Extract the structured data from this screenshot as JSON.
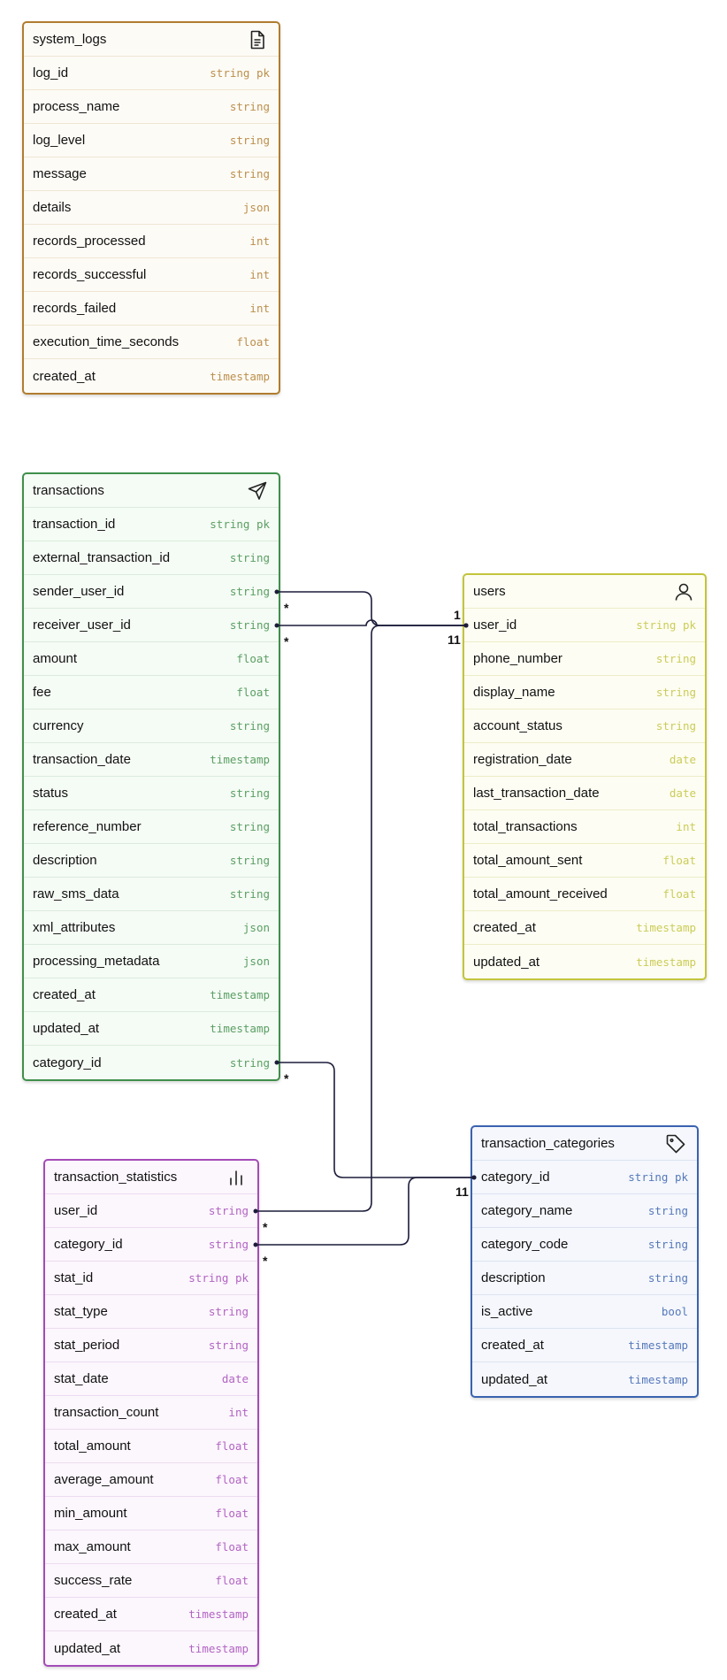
{
  "colors": {
    "system_logs": "#b07d2f",
    "transactions": "#3f8f4a",
    "users": "#c3c43c",
    "transaction_categories": "#3a63b0",
    "transaction_statistics": "#a44bb8",
    "edge": "#1c1c3a"
  },
  "entities": {
    "system_logs": {
      "name": "system_logs",
      "icon": "document-icon",
      "fields": [
        {
          "name": "log_id",
          "type": "string pk"
        },
        {
          "name": "process_name",
          "type": "string"
        },
        {
          "name": "log_level",
          "type": "string"
        },
        {
          "name": "message",
          "type": "string"
        },
        {
          "name": "details",
          "type": "json"
        },
        {
          "name": "records_processed",
          "type": "int"
        },
        {
          "name": "records_successful",
          "type": "int"
        },
        {
          "name": "records_failed",
          "type": "int"
        },
        {
          "name": "execution_time_seconds",
          "type": "float"
        },
        {
          "name": "created_at",
          "type": "timestamp"
        }
      ]
    },
    "transactions": {
      "name": "transactions",
      "icon": "send-icon",
      "fields": [
        {
          "name": "transaction_id",
          "type": "string pk"
        },
        {
          "name": "external_transaction_id",
          "type": "string"
        },
        {
          "name": "sender_user_id",
          "type": "string"
        },
        {
          "name": "receiver_user_id",
          "type": "string"
        },
        {
          "name": "amount",
          "type": "float"
        },
        {
          "name": "fee",
          "type": "float"
        },
        {
          "name": "currency",
          "type": "string"
        },
        {
          "name": "transaction_date",
          "type": "timestamp"
        },
        {
          "name": "status",
          "type": "string"
        },
        {
          "name": "reference_number",
          "type": "string"
        },
        {
          "name": "description",
          "type": "string"
        },
        {
          "name": "raw_sms_data",
          "type": "string"
        },
        {
          "name": "xml_attributes",
          "type": "json"
        },
        {
          "name": "processing_metadata",
          "type": "json"
        },
        {
          "name": "created_at",
          "type": "timestamp"
        },
        {
          "name": "updated_at",
          "type": "timestamp"
        },
        {
          "name": "category_id",
          "type": "string"
        }
      ]
    },
    "users": {
      "name": "users",
      "icon": "user-icon",
      "fields": [
        {
          "name": "user_id",
          "type": "string pk"
        },
        {
          "name": "phone_number",
          "type": "string"
        },
        {
          "name": "display_name",
          "type": "string"
        },
        {
          "name": "account_status",
          "type": "string"
        },
        {
          "name": "registration_date",
          "type": "date"
        },
        {
          "name": "last_transaction_date",
          "type": "date"
        },
        {
          "name": "total_transactions",
          "type": "int"
        },
        {
          "name": "total_amount_sent",
          "type": "float"
        },
        {
          "name": "total_amount_received",
          "type": "float"
        },
        {
          "name": "created_at",
          "type": "timestamp"
        },
        {
          "name": "updated_at",
          "type": "timestamp"
        }
      ]
    },
    "transaction_categories": {
      "name": "transaction_categories",
      "icon": "tag-icon",
      "fields": [
        {
          "name": "category_id",
          "type": "string pk"
        },
        {
          "name": "category_name",
          "type": "string"
        },
        {
          "name": "category_code",
          "type": "string"
        },
        {
          "name": "description",
          "type": "string"
        },
        {
          "name": "is_active",
          "type": "bool"
        },
        {
          "name": "created_at",
          "type": "timestamp"
        },
        {
          "name": "updated_at",
          "type": "timestamp"
        }
      ]
    },
    "transaction_statistics": {
      "name": "transaction_statistics",
      "icon": "bar-chart-icon",
      "fields": [
        {
          "name": "user_id",
          "type": "string"
        },
        {
          "name": "category_id",
          "type": "string"
        },
        {
          "name": "stat_id",
          "type": "string pk"
        },
        {
          "name": "stat_type",
          "type": "string"
        },
        {
          "name": "stat_period",
          "type": "string"
        },
        {
          "name": "stat_date",
          "type": "date"
        },
        {
          "name": "transaction_count",
          "type": "int"
        },
        {
          "name": "total_amount",
          "type": "float"
        },
        {
          "name": "average_amount",
          "type": "float"
        },
        {
          "name": "min_amount",
          "type": "float"
        },
        {
          "name": "max_amount",
          "type": "float"
        },
        {
          "name": "success_rate",
          "type": "float"
        },
        {
          "name": "created_at",
          "type": "timestamp"
        },
        {
          "name": "updated_at",
          "type": "timestamp"
        }
      ]
    }
  },
  "relationships": [
    {
      "from": "transactions.sender_user_id",
      "to": "users.user_id",
      "from_label": "*",
      "to_label": "1"
    },
    {
      "from": "transactions.receiver_user_id",
      "to": "users.user_id",
      "from_label": "*",
      "to_label": "1"
    },
    {
      "from": "transaction_statistics.user_id",
      "to": "users.user_id",
      "from_label": "*",
      "to_label": "1"
    },
    {
      "from": "transactions.category_id",
      "to": "transaction_categories.category_id",
      "from_label": "*",
      "to_label": "1"
    },
    {
      "from": "transaction_statistics.category_id",
      "to": "transaction_categories.category_id",
      "from_label": "*",
      "to_label": "1"
    }
  ]
}
